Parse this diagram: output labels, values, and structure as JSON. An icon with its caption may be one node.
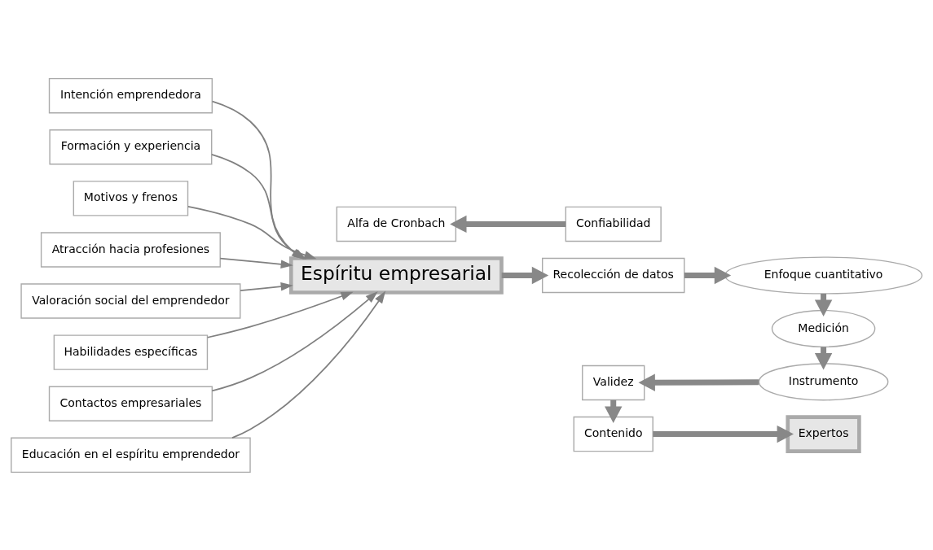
{
  "diagram": {
    "nodes": [
      {
        "text": [
          "Intención emprendedora"
        ]
      },
      {
        "text": [
          "Formación y experiencia"
        ]
      },
      {
        "text": [
          "Motivos y frenos"
        ]
      },
      {
        "text": [
          "Atracción hacia profesiones"
        ]
      },
      {
        "text": [
          "Valoración social del emprendedor"
        ]
      },
      {
        "text": [
          "Espíritu empresarial"
        ]
      },
      {
        "text": [
          "Recolección de datos"
        ]
      },
      {
        "text": [
          "Enfoque cuantitativo"
        ]
      },
      {
        "text": [
          "Habilidades específicas"
        ]
      },
      {
        "text": [
          "Confiabilidad"
        ]
      },
      {
        "text": [
          "Alfa de Cronbach"
        ]
      },
      {
        "text": [
          "Validez"
        ]
      },
      {
        "text": [
          "Instrumento"
        ]
      },
      {
        "text": [
          "Medición"
        ]
      },
      {
        "text": [
          "Contactos empresariales"
        ]
      },
      {
        "text": [
          "Contenido"
        ]
      },
      {
        "text": [
          "Expertos"
        ]
      },
      {
        "text": [
          "Educación en el espíritu emprendedor"
        ]
      }
    ],
    "edges": [
      {
        "from": 0,
        "to": 5,
        "arrow": "to"
      },
      {
        "from": 1,
        "to": 5,
        "arrow": "to"
      },
      {
        "from": 2,
        "to": 5,
        "arrow": "to"
      },
      {
        "from": 3,
        "to": 5,
        "arrow": "to"
      },
      {
        "from": 4,
        "to": 5,
        "arrow": "to"
      },
      {
        "from": 8,
        "to": 5,
        "arrow": "to"
      },
      {
        "from": 14,
        "to": 5,
        "arrow": "to"
      },
      {
        "from": 17,
        "to": 5,
        "arrow": "to"
      },
      {
        "from": 5,
        "to": 6,
        "arrow": "to",
        "style": "thick"
      },
      {
        "from": 6,
        "to": 7,
        "arrow": "to",
        "style": "thick"
      },
      {
        "from": 7,
        "to": 13,
        "arrow": "to",
        "style": "thick"
      },
      {
        "from": 13,
        "to": 12,
        "arrow": "to",
        "style": "thick"
      },
      {
        "from": 12,
        "to": 11,
        "arrow": "to",
        "style": "thick"
      },
      {
        "from": 9,
        "to": 10,
        "arrow": "to",
        "style": "thick"
      },
      {
        "from": 11,
        "to": 15,
        "arrow": "to",
        "style": "thick"
      },
      {
        "from": 15,
        "to": 16,
        "arrow": "to",
        "style": "thick"
      }
    ]
  }
}
